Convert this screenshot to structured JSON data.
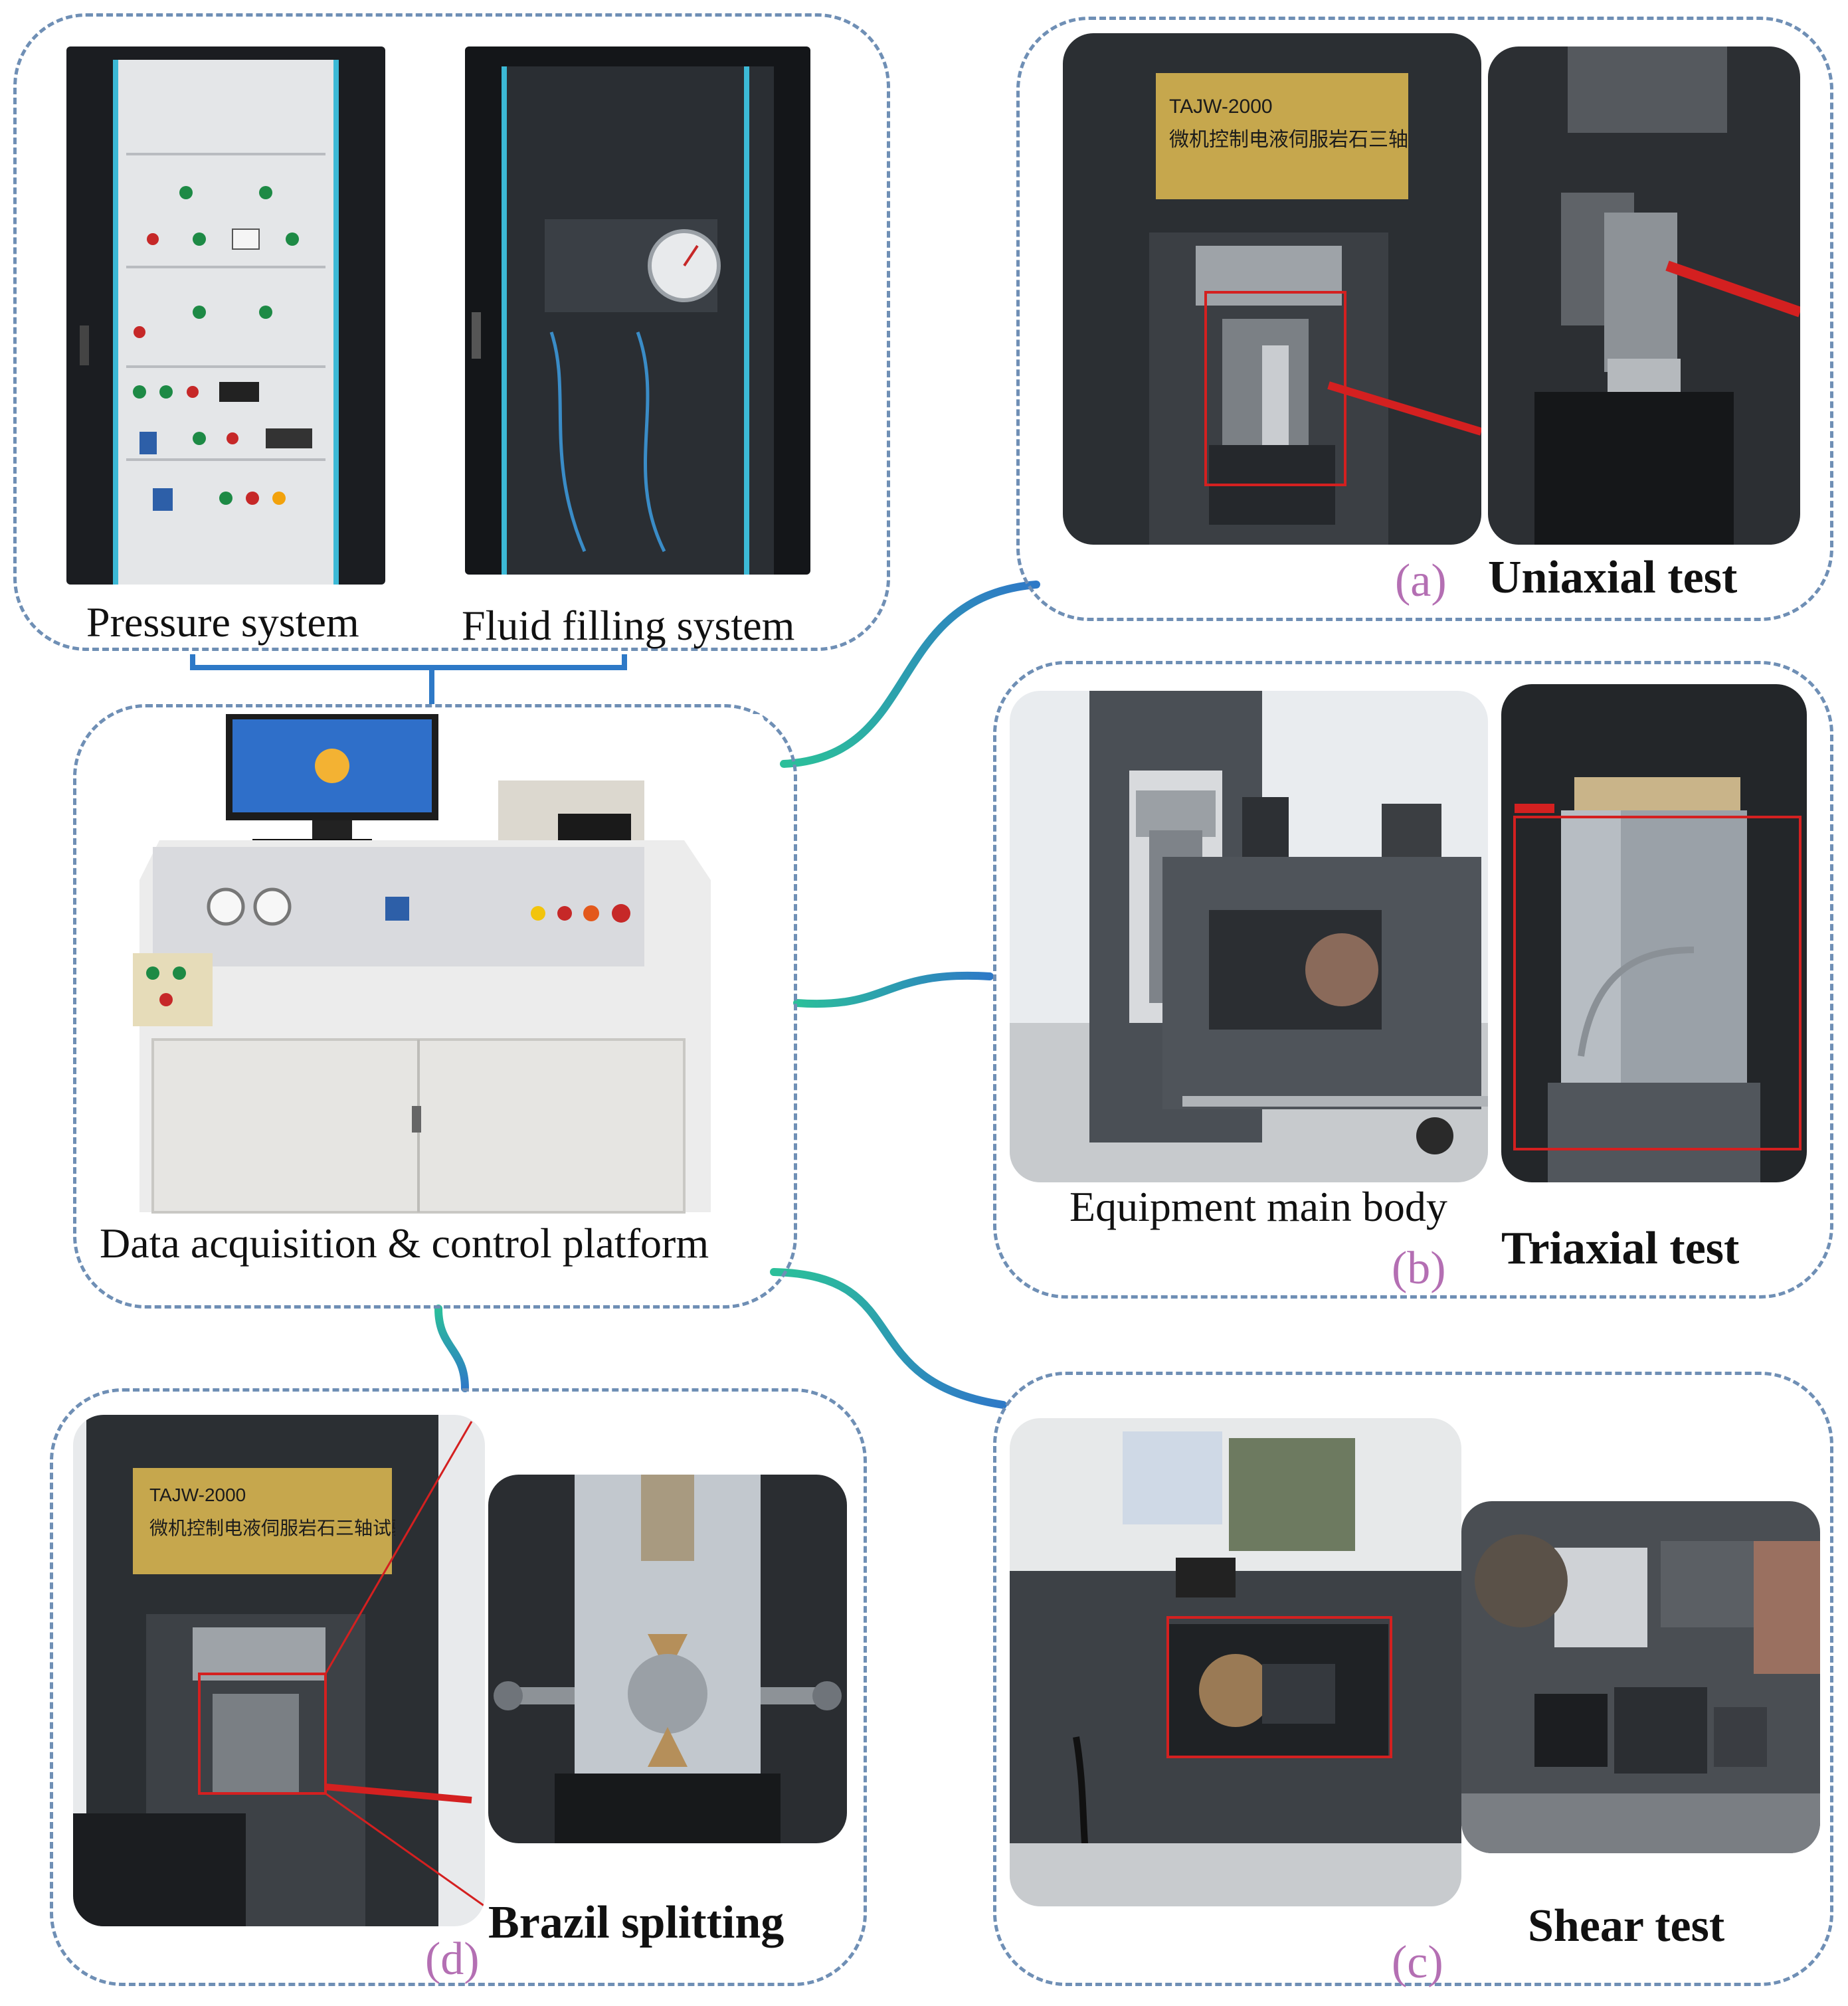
{
  "top_panel": {
    "caption_left": "Pressure system",
    "caption_right": "Fluid filling system"
  },
  "center_panel": {
    "caption": "Data acquisition & control platform"
  },
  "panel_a": {
    "letter": "(a)",
    "title": "Uniaxial test",
    "plate_line1": "TAJW-2000",
    "plate_line2": "微机控制电液伺服岩石三轴试验机"
  },
  "panel_b": {
    "letter": "(b)",
    "title": "Triaxial test",
    "caption": "Equipment main body"
  },
  "panel_c": {
    "letter": "(c)",
    "title": "Shear test"
  },
  "panel_d": {
    "letter": "(d)",
    "title": "Brazil splitting",
    "plate_line1": "TAJW-2000",
    "plate_line2": "微机控制电液伺服岩石三轴试验机"
  },
  "colors": {
    "panel_border": "#6f8fb5",
    "connector_start": "#2bbf9a",
    "connector_end": "#2e79c7",
    "highlight_box": "#d42020",
    "letter": "#b46fb3"
  }
}
